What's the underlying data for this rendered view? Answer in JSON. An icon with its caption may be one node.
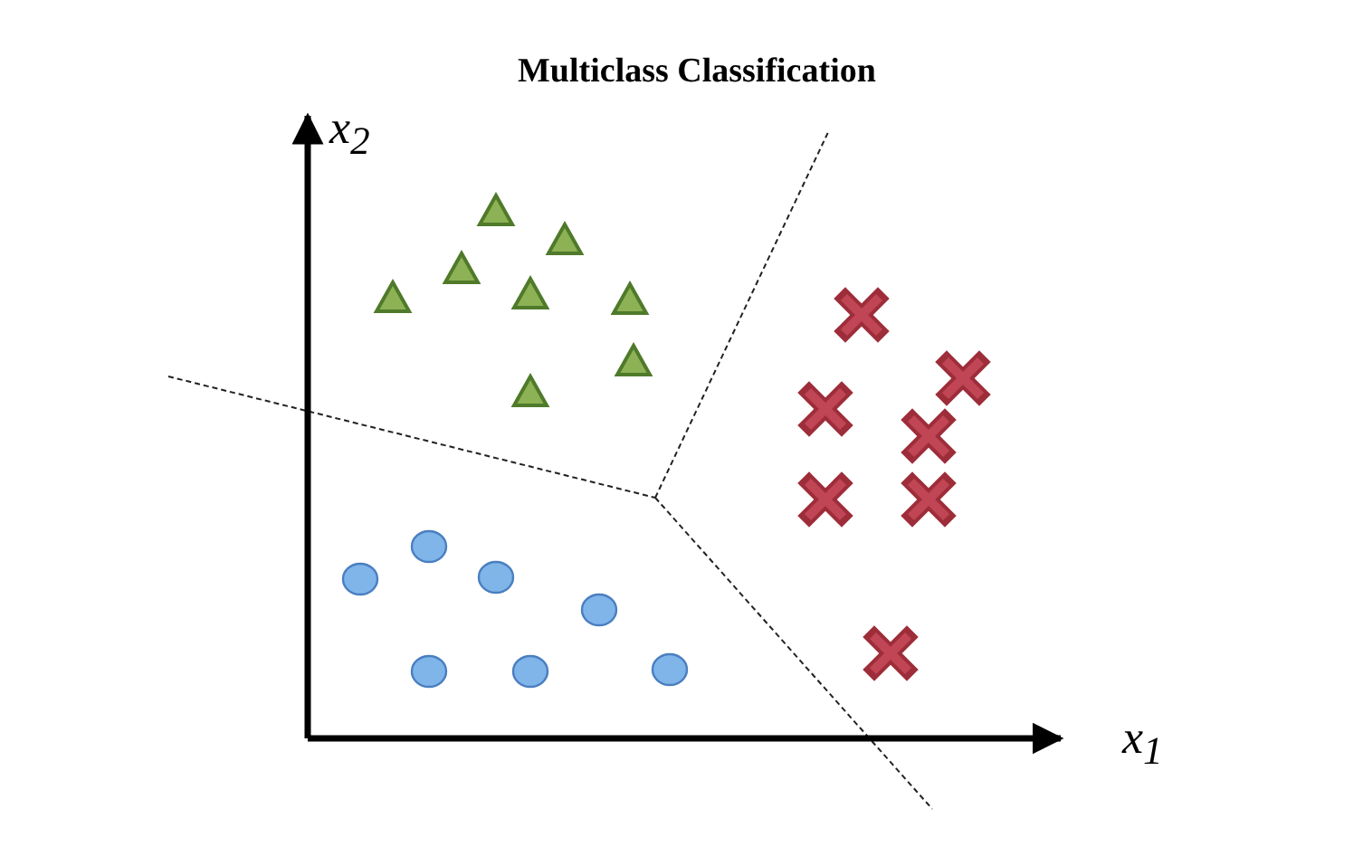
{
  "diagram": {
    "title": "Multiclass Classification",
    "labels": [
      "x$_{2}$",
      "x$_{1}$"
    ]
  }
}
